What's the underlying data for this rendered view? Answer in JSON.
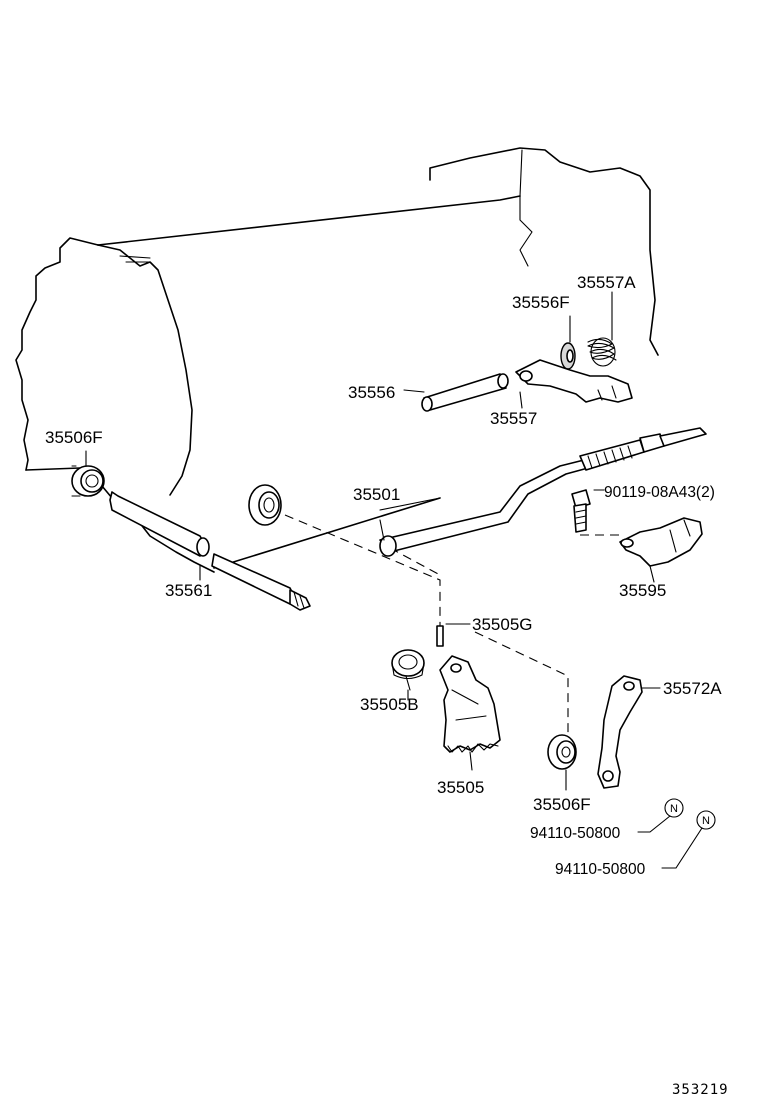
{
  "labels": {
    "p35557A": "35557A",
    "p35556F": "35556F",
    "p35556": "35556",
    "p35557": "35557",
    "p35506F_top": "35506F",
    "p35501": "35501",
    "p90119": "90119-08A43(2)",
    "p35561": "35561",
    "p35595": "35595",
    "p35505G": "35505G",
    "p35572A": "35572A",
    "p35505B": "35505B",
    "p35505": "35505",
    "p35506F_bottom": "35506F",
    "p94110_a": "94110-50800",
    "p94110_b": "94110-50800",
    "n_badge_a": "N",
    "n_badge_b": "N",
    "diagram_id": "353219"
  },
  "colors": {
    "ink": "#000000",
    "paper": "#ffffff"
  }
}
